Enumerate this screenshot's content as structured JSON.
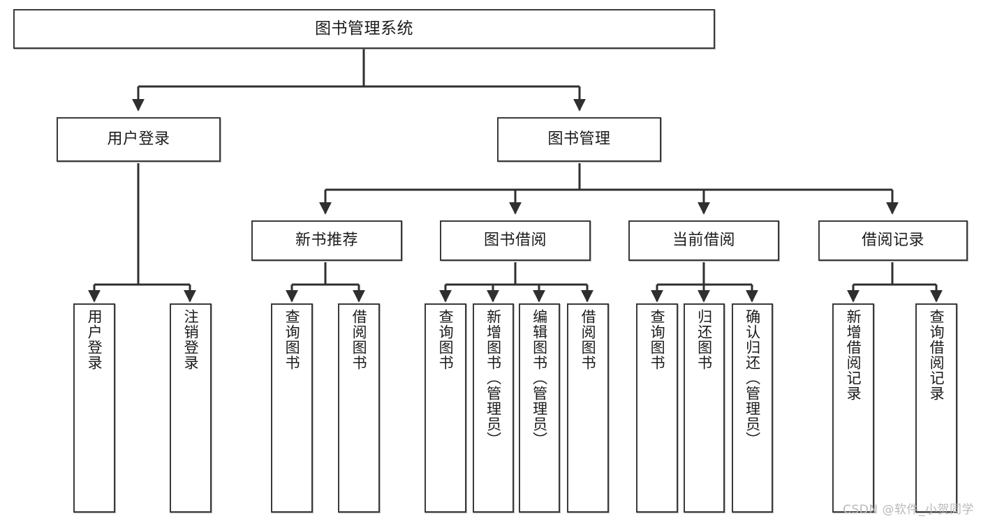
{
  "diagram": {
    "title": "图书管理系统",
    "type": "tree-hierarchy-diagram",
    "colors": {
      "box_border": "#3a3a3a",
      "box_fill": "#ffffff",
      "connector": "#2f2f2f",
      "background": "#ffffff",
      "watermark": "#b9b9b9"
    }
  },
  "root": {
    "label": "图书管理系统"
  },
  "level2": [
    {
      "label": "用户登录"
    },
    {
      "label": "图书管理"
    }
  ],
  "level3": [
    {
      "label": "新书推荐"
    },
    {
      "label": "图书借阅"
    },
    {
      "label": "当前借阅"
    },
    {
      "label": "借阅记录"
    }
  ],
  "leaves": {
    "user_login": [
      {
        "label": "用户登录"
      },
      {
        "label": "注销登录"
      }
    ],
    "new_book_recommend": [
      {
        "label": "查询图书"
      },
      {
        "label": "借阅图书"
      }
    ],
    "book_borrow": [
      {
        "label": "查询图书"
      },
      {
        "label": "新增图书（管理员）"
      },
      {
        "label": "编辑图书（管理员）"
      },
      {
        "label": "借阅图书"
      }
    ],
    "current_borrow": [
      {
        "label": "查询图书"
      },
      {
        "label": "归还图书"
      },
      {
        "label": "确认归还（管理员）"
      }
    ],
    "borrow_record": [
      {
        "label": "新增借阅记录"
      },
      {
        "label": "查询借阅记录"
      }
    ]
  },
  "watermark": {
    "text": "CSDN @软件_小贺同学"
  }
}
